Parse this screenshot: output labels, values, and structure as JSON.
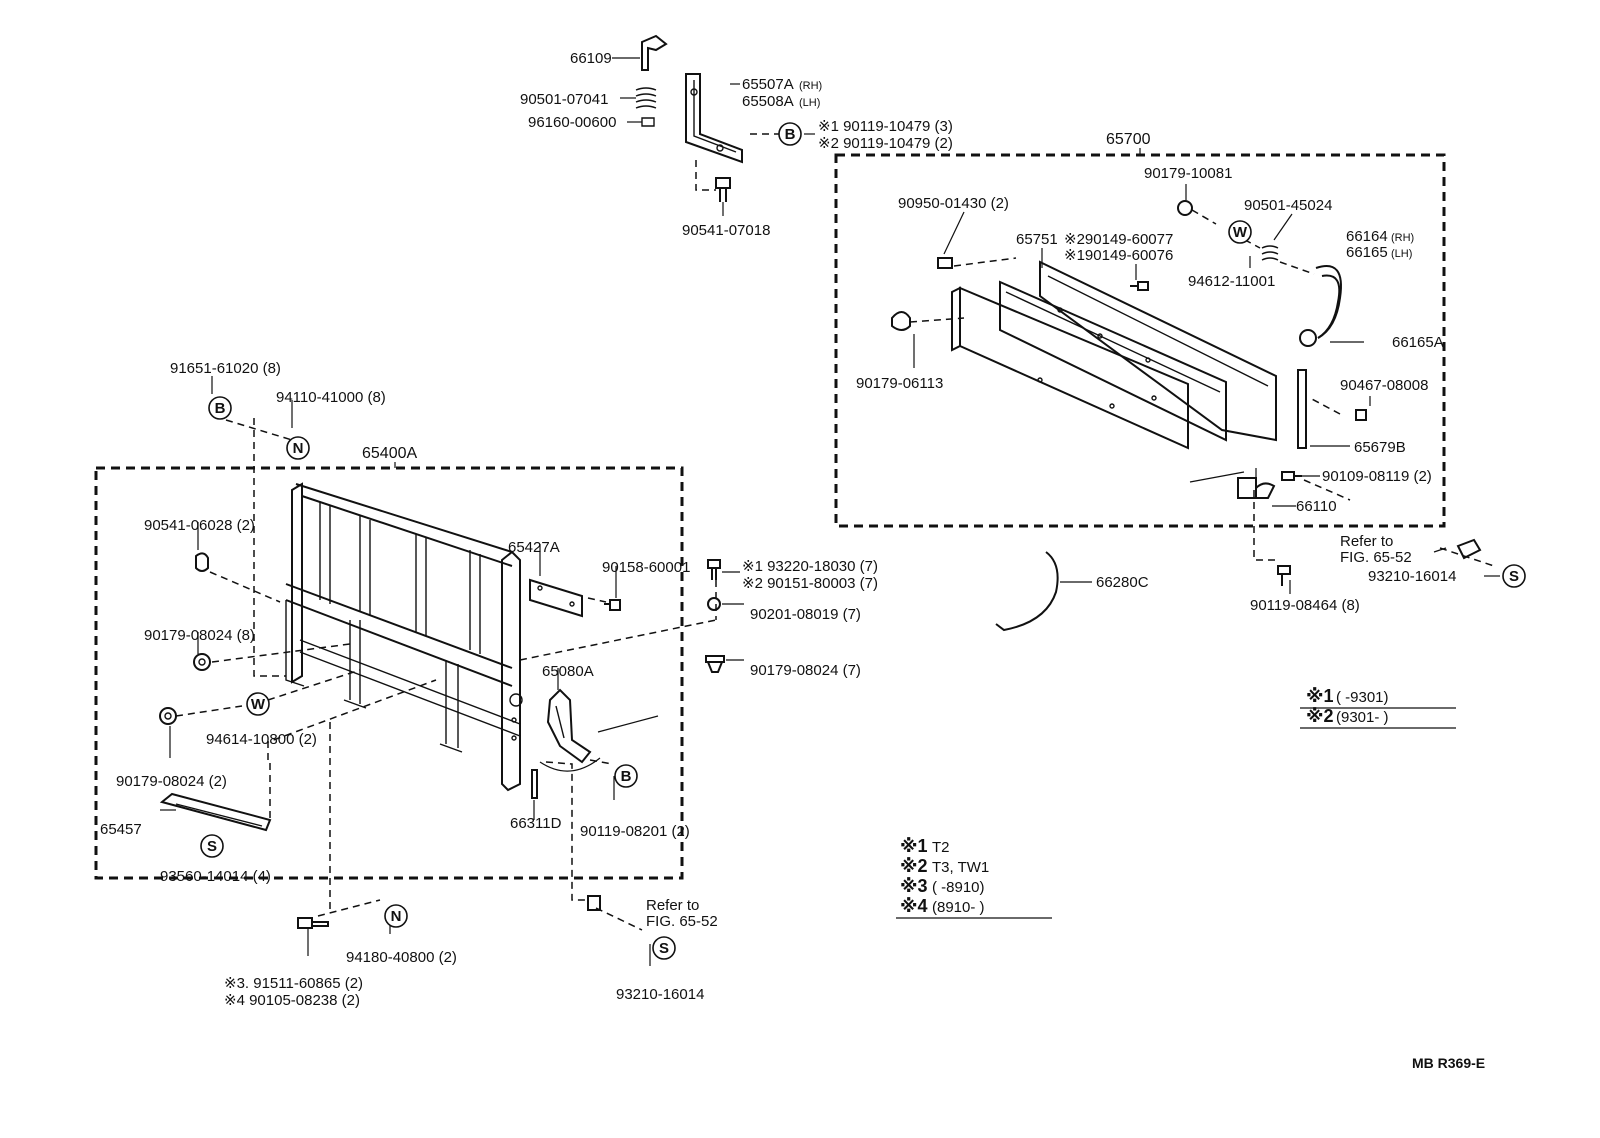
{
  "diagram": {
    "drawing_code": "MB R369-E",
    "assemblies": [
      {
        "id": "left",
        "part_number": "65400A"
      },
      {
        "id": "right",
        "part_number": "65700"
      }
    ],
    "symbols": {
      "B": "B",
      "N": "N",
      "W": "W",
      "S": "S"
    },
    "parts": [
      {
        "id": "p66109",
        "text": "66109"
      },
      {
        "id": "p65507A",
        "text": "65507A",
        "suffix": "(RH)"
      },
      {
        "id": "p65508A",
        "text": "65508A",
        "suffix": "(LH)"
      },
      {
        "id": "p90501_07041",
        "text": "90501-07041"
      },
      {
        "id": "p96160_00600",
        "text": "96160-00600"
      },
      {
        "id": "pB_top_1",
        "text": "※1 90119-10479 (3)"
      },
      {
        "id": "pB_top_2",
        "text": "※2 90119-10479 (2)"
      },
      {
        "id": "p90541_07018",
        "text": "90541-07018"
      },
      {
        "id": "p91651_61020",
        "text": "91651-61020 (8)"
      },
      {
        "id": "p94110_41000",
        "text": "94110-41000 (8)"
      },
      {
        "id": "p90541_06028",
        "text": "90541-06028 (2)"
      },
      {
        "id": "p65427A",
        "text": "65427A"
      },
      {
        "id": "p90158_60001",
        "text": "90158-60001"
      },
      {
        "id": "p90179_08024_8",
        "text": "90179-08024 (8)"
      },
      {
        "id": "p65080A",
        "text": "65080A"
      },
      {
        "id": "p94614_10800",
        "text": "94614-10800 (2)"
      },
      {
        "id": "p90179_08024_2",
        "text": "90179-08024 (2)"
      },
      {
        "id": "p65457",
        "text": "65457"
      },
      {
        "id": "p66311D",
        "text": "66311D"
      },
      {
        "id": "p90119_08201",
        "text": "90119-08201 (2)"
      },
      {
        "id": "p93560_14014",
        "text": "93560-14014 (4)"
      },
      {
        "id": "p93220_18030",
        "text": "※1 93220-18030 (7)"
      },
      {
        "id": "p90151_80003",
        "text": "※2 90151-80003 (7)"
      },
      {
        "id": "p90201_08019",
        "text": "90201-08019 (7)"
      },
      {
        "id": "p90179_08024_7",
        "text": "90179-08024 (7)"
      },
      {
        "id": "p94180_40800",
        "text": "94180-40800 (2)"
      },
      {
        "id": "p91511_60865",
        "text": "※3. 91511-60865 (2)"
      },
      {
        "id": "p90105_08238",
        "text": "※4 90105-08238 (2)"
      },
      {
        "id": "pRefer1a",
        "text": "Refer to"
      },
      {
        "id": "pRefer1b",
        "text": "FIG. 65-52"
      },
      {
        "id": "p93210_16014_a",
        "text": "93210-16014"
      },
      {
        "id": "p90179_10081",
        "text": "90179-10081"
      },
      {
        "id": "p90950_01430",
        "text": "90950-01430 (2)"
      },
      {
        "id": "p90501_45024",
        "text": "90501-45024"
      },
      {
        "id": "p65751",
        "text": "65751"
      },
      {
        "id": "p90149_60077",
        "text": "※290149-60077"
      },
      {
        "id": "p90149_60076",
        "text": "※190149-60076"
      },
      {
        "id": "p94612_11001",
        "text": "94612-11001"
      },
      {
        "id": "p66164",
        "text": "66164",
        "suffix": "(RH)"
      },
      {
        "id": "p66165",
        "text": "66165",
        "suffix": "(LH)"
      },
      {
        "id": "p66165A",
        "text": "66165A"
      },
      {
        "id": "p90179_06113",
        "text": "90179-06113"
      },
      {
        "id": "p90467_08008",
        "text": "90467-08008"
      },
      {
        "id": "p65679B",
        "text": "65679B"
      },
      {
        "id": "p90109_08119",
        "text": "90109-08119 (2)"
      },
      {
        "id": "p66110",
        "text": "66110"
      },
      {
        "id": "pRefer2a",
        "text": "Refer to"
      },
      {
        "id": "pRefer2b",
        "text": "FIG. 65-52"
      },
      {
        "id": "p93210_16014_b",
        "text": "93210-16014"
      },
      {
        "id": "p66280C",
        "text": "66280C"
      },
      {
        "id": "p90119_08464",
        "text": "90119-08464 (8)"
      }
    ],
    "notes_right": [
      {
        "mark": "※1",
        "text": "(        -9301)"
      },
      {
        "mark": "※2",
        "text": "(9301-        )"
      }
    ],
    "notes_center": [
      {
        "mark": "※1",
        "text": "T2"
      },
      {
        "mark": "※2",
        "text": "T3, TW1"
      },
      {
        "mark": "※3",
        "text": "(        -8910)"
      },
      {
        "mark": "※4",
        "text": "(8910-        )"
      }
    ]
  }
}
